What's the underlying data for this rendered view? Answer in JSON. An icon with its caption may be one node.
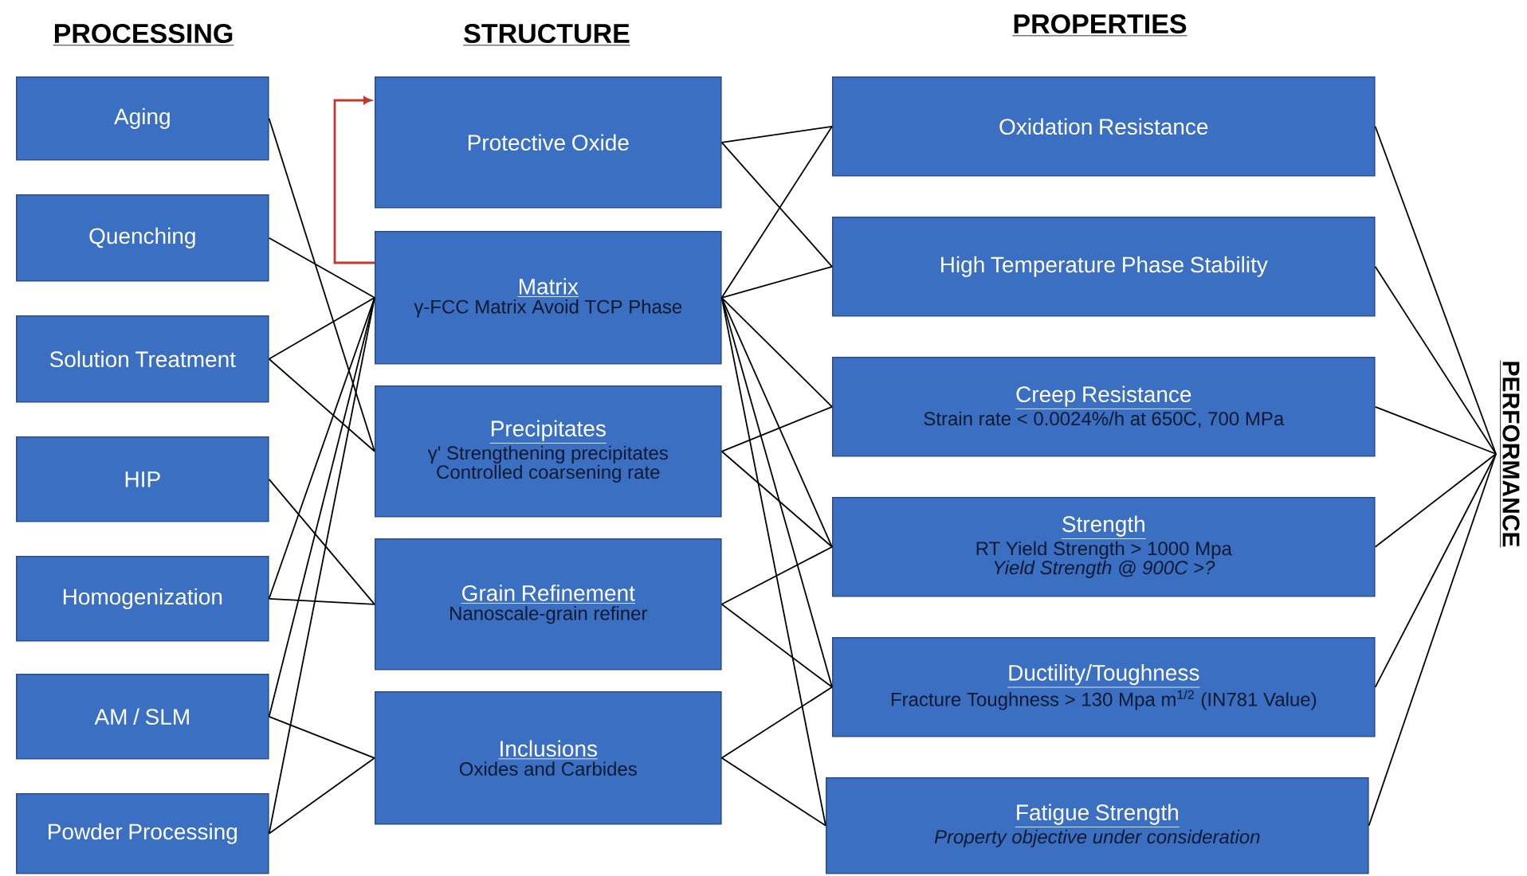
{
  "diagram": {
    "nodes": [
      {
        "text": [
          "Aging"
        ]
      },
      {
        "text": [
          "Quenching"
        ]
      },
      {
        "text": [
          "Solution Treatment"
        ]
      },
      {
        "text": [
          "HIP"
        ]
      },
      {
        "text": [
          "Homogenization"
        ]
      },
      {
        "text": [
          "AM / SLM"
        ]
      },
      {
        "text": [
          "Powder Processing"
        ]
      },
      {
        "text": [
          "Protective Oxide"
        ]
      },
      {
        "text": [
          "Matrix",
          "γ-FCC Matrix Avoid TCP Phase"
        ]
      },
      {
        "text": [
          "Precipitates",
          "γ' Strengthening precipitates Controlled coarsening rate"
        ]
      },
      {
        "text": [
          "Grain Refinement",
          "Nanoscale-grain refiner"
        ]
      },
      {
        "text": [
          "Inclusions",
          "Oxides and Carbides"
        ]
      },
      {
        "text": [
          "Oxidation Resistance"
        ]
      },
      {
        "text": [
          "High Temperature Phase Stability"
        ]
      },
      {
        "text": [
          "Creep Resistance",
          "Strain rate < 0.0024%/h at 650C, 700 MPa"
        ]
      },
      {
        "text": [
          "Strength",
          "RT Yield Strength > 1000 Mpa",
          "Yield Strength @ 900C >?"
        ]
      },
      {
        "text": [
          "Ductility/Toughness",
          "Fracture Toughness > 130 Mpa m$^{1/2}$ (IN781 Value)"
        ]
      },
      {
        "text": [
          "Fatigue Strength",
          "Property objective under consideration"
        ]
      },
      {
        "text": [
          "PERFORMANCE"
        ]
      }
    ],
    "edges": [
      {
        "from": 0,
        "to": 9,
        "arrow": "none"
      },
      {
        "from": 1,
        "to": 8,
        "arrow": "none"
      },
      {
        "from": 2,
        "to": 8,
        "arrow": "none"
      },
      {
        "from": 2,
        "to": 9,
        "arrow": "none"
      },
      {
        "from": 3,
        "to": 10,
        "arrow": "none"
      },
      {
        "from": 4,
        "to": 8,
        "arrow": "none"
      },
      {
        "from": 4,
        "to": 10,
        "arrow": "none"
      },
      {
        "from": 5,
        "to": 8,
        "arrow": "none"
      },
      {
        "from": 5,
        "to": 11,
        "arrow": "none"
      },
      {
        "from": 6,
        "to": 8,
        "arrow": "none"
      },
      {
        "from": 6,
        "to": 11,
        "arrow": "none"
      },
      {
        "from": 8,
        "to": 7,
        "arrow": "to",
        "color": "#c0392b"
      },
      {
        "from": 7,
        "to": 12,
        "arrow": "none"
      },
      {
        "from": 7,
        "to": 13,
        "arrow": "none"
      },
      {
        "from": 8,
        "to": 12,
        "arrow": "none"
      },
      {
        "from": 8,
        "to": 13,
        "arrow": "none"
      },
      {
        "from": 8,
        "to": 14,
        "arrow": "none"
      },
      {
        "from": 8,
        "to": 15,
        "arrow": "none"
      },
      {
        "from": 8,
        "to": 16,
        "arrow": "none"
      },
      {
        "from": 8,
        "to": 17,
        "arrow": "none"
      },
      {
        "from": 9,
        "to": 14,
        "arrow": "none"
      },
      {
        "from": 9,
        "to": 15,
        "arrow": "none"
      },
      {
        "from": 10,
        "to": 15,
        "arrow": "none"
      },
      {
        "from": 10,
        "to": 16,
        "arrow": "none"
      },
      {
        "from": 11,
        "to": 16,
        "arrow": "none"
      },
      {
        "from": 11,
        "to": 17,
        "arrow": "none"
      },
      {
        "from": 12,
        "to": 18,
        "arrow": "none"
      },
      {
        "from": 13,
        "to": 18,
        "arrow": "none"
      },
      {
        "from": 14,
        "to": 18,
        "arrow": "none"
      },
      {
        "from": 15,
        "to": 18,
        "arrow": "none"
      },
      {
        "from": 16,
        "to": 18,
        "arrow": "none"
      },
      {
        "from": 17,
        "to": 18,
        "arrow": "none"
      }
    ],
    "labels": [
      "PROCESSING",
      "STRUCTURE",
      "PROPERTIES"
    ]
  }
}
